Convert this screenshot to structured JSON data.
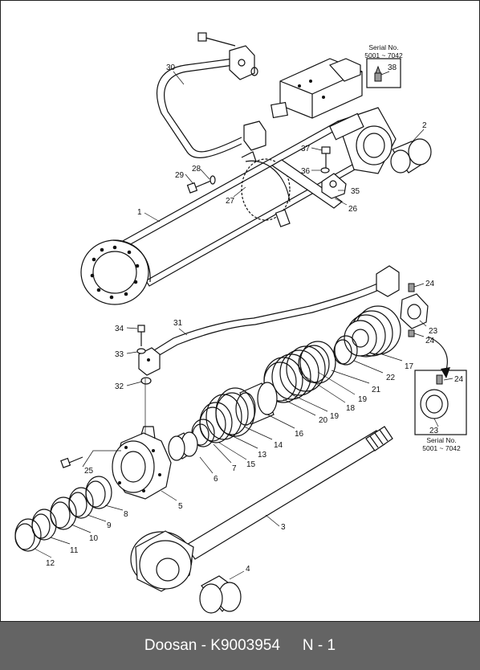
{
  "footer": {
    "brand": "Doosan",
    "separator": "-",
    "part_number": "K9003954",
    "page": "N - 1"
  },
  "serial_notes": [
    {
      "label": "Serial No.",
      "range": "5001 ~ 7042"
    },
    {
      "label": "Serial No.",
      "range": "5001 ~ 7042"
    }
  ],
  "callouts": [
    "1",
    "2",
    "3",
    "4",
    "5",
    "6",
    "7",
    "8",
    "9",
    "10",
    "11",
    "12",
    "13",
    "14",
    "15",
    "16",
    "17",
    "18",
    "19",
    "19",
    "20",
    "21",
    "22",
    "23",
    "23",
    "24",
    "24",
    "24",
    "25",
    "26",
    "27",
    "28",
    "29",
    "30",
    "31",
    "32",
    "33",
    "34",
    "35",
    "36",
    "37",
    "38"
  ]
}
